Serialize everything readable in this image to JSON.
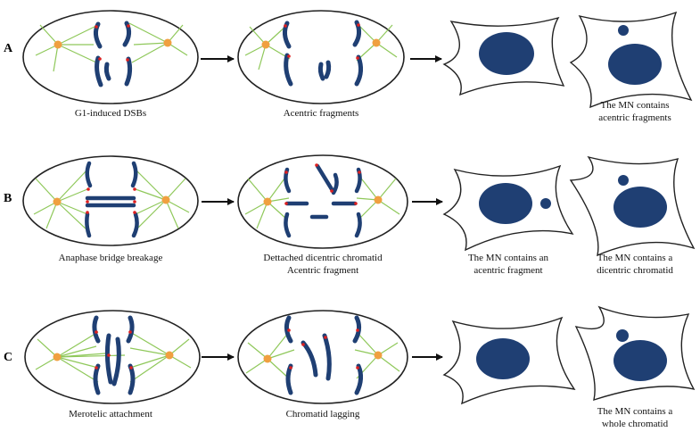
{
  "colors": {
    "chromatid": "#1f3f73",
    "spindle": "#8fc85a",
    "spindle_dark": "#5a9c3a",
    "centrosome": "#f0a040",
    "kinetochore": "#e02020",
    "outline": "#222222",
    "nucleus": "#1f3f73"
  },
  "rows": [
    {
      "label": "A",
      "captions": {
        "cell1": [
          "G1-induced DSBs"
        ],
        "cell2": [
          "Acentric fragments"
        ],
        "daughter1": [],
        "daughter2": [
          "The MN contains",
          "acentric fragments"
        ]
      }
    },
    {
      "label": "B",
      "captions": {
        "cell1": [
          "Anaphase bridge breakage"
        ],
        "cell2": [
          "Dettached dicentric chromatid",
          "Acentric fragment"
        ],
        "daughter1": [
          "The MN contains an",
          "acentric fragment"
        ],
        "daughter2": [
          "The MN contains a",
          "dicentric chromatid"
        ]
      }
    },
    {
      "label": "C",
      "captions": {
        "cell1": [
          "Merotelic attachment"
        ],
        "cell2": [
          "Chromatid lagging"
        ],
        "daughter1": [],
        "daughter2": [
          "The MN contains a",
          "whole chromatid"
        ]
      }
    }
  ]
}
